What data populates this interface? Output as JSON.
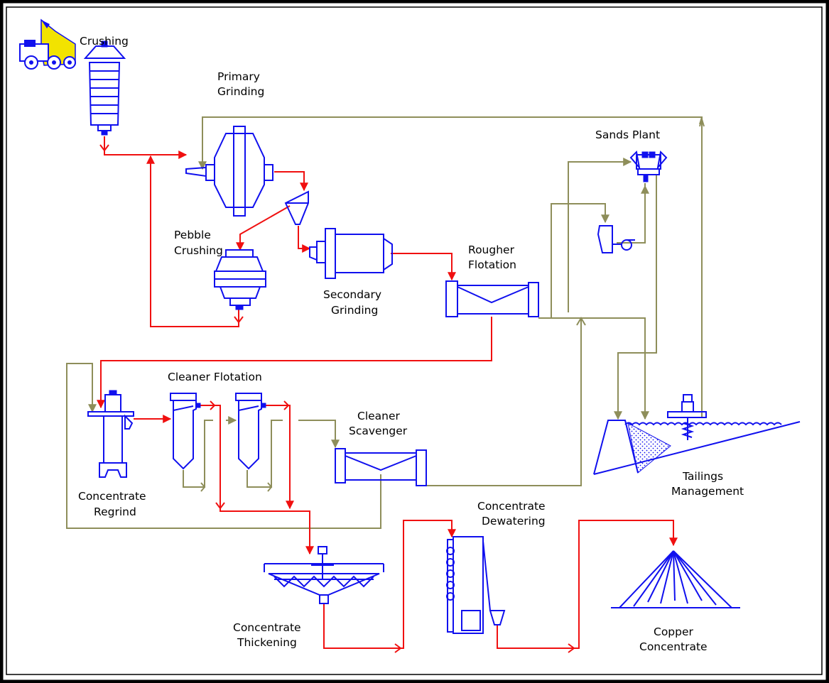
{
  "labels": {
    "crushing": "Crushing",
    "primary_grinding_1": "Primary",
    "primary_grinding_2": "Grinding",
    "pebble_crushing_1": "Pebble",
    "pebble_crushing_2": "Crushing",
    "secondary_grinding_1": "Secondary",
    "secondary_grinding_2": "Grinding",
    "rougher_flotation_1": "Rougher",
    "rougher_flotation_2": "Flotation",
    "sands_plant": "Sands  Plant",
    "cleaner_flotation": "Cleaner  Flotation",
    "cleaner_scavenger_1": "Cleaner",
    "cleaner_scavenger_2": "Scavenger",
    "concentrate_regrind_1": "Concentrate",
    "concentrate_regrind_2": "Regrind",
    "tailings_management_1": "Tailings",
    "tailings_management_2": "Management",
    "concentrate_dewatering_1": "Concentrate",
    "concentrate_dewatering_2": "Dewatering",
    "concentrate_thickening_1": "Concentrate",
    "concentrate_thickening_2": "Thickening",
    "copper_concentrate_1": "Copper",
    "copper_concentrate_2": "Concentrate"
  },
  "colors": {
    "equipment": "#1010ee",
    "concentrate_flow": "#f01010",
    "tailings_flow": "#8e8e5a",
    "frame": "#000000",
    "label_text": "#000000",
    "mining_truck": "#b8a000"
  }
}
